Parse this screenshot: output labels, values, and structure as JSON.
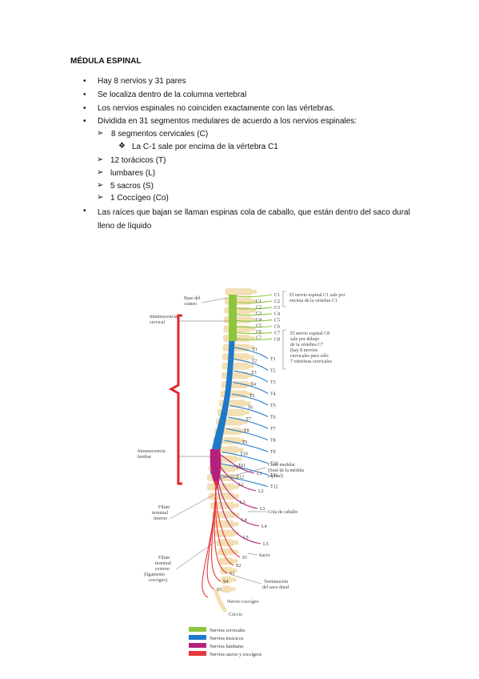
{
  "document": {
    "title": "MÉDULA ESPINAL",
    "bullets": [
      {
        "text": "Hay 8 nervios y 31 pares"
      },
      {
        "text": "Se localiza dentro de la columna vertebral"
      },
      {
        "text": "Los nervios espinales no coinciden exactamente con las vértebras."
      },
      {
        "text": "Dividida en 31 segmentos medulares de acuerdo a los nervios espinales:"
      },
      {
        "text": "Las raíces que bajan se llaman espinas cola de caballo, que están dentro  del saco dural lleno de líquido"
      }
    ],
    "sub_bullets": [
      {
        "text": "8 segmentos cervicales (C)"
      },
      {
        "text": "La C-1 sale por encima de la vértebra C1"
      },
      {
        "text": "12  torácicos (T)"
      },
      {
        "text": " lumbares (L)"
      },
      {
        "text": "5 sacros (S)"
      },
      {
        "text": "1 Coccígeo (Co)"
      }
    ],
    "bullet_glyph": "•",
    "arrow_glyph": "➢",
    "diamond_glyph": "❖"
  },
  "figure": {
    "left_labels": {
      "base_craneo": [
        "Base del",
        "cráneo"
      ],
      "intumescencia_cervical": [
        "Intumescencia",
        "cervical"
      ],
      "intumescencia_lumbar": [
        "Intumescencia",
        "lumbar"
      ],
      "filum_interno": [
        "Filum",
        "terminal",
        "interno"
      ],
      "filum_externo": [
        "Filum",
        "terminal",
        "externo",
        "(ligamento",
        "coccígeo)"
      ]
    },
    "nerve_labels": {
      "cervical_near": [
        "C1",
        "C2",
        "C3",
        "C4",
        "C5",
        "C6",
        "C7"
      ],
      "cervical_far": [
        "C1",
        "C2",
        "C3",
        "C4",
        "C5",
        "C6",
        "C7",
        "C8"
      ],
      "thoracic_near": [
        "T1",
        "T2",
        "T3",
        "T4",
        "T5",
        "T6",
        "T7",
        "T8",
        "T9",
        "T10",
        "T11",
        "T12"
      ],
      "thoracic_far": [
        "T1",
        "T2",
        "T3",
        "T4",
        "T5",
        "T6",
        "T7",
        "T8",
        "T9",
        "T10",
        "T11",
        "T12"
      ],
      "lumbar_near": [
        "L1",
        "L2",
        "L3",
        "L4",
        "L5"
      ],
      "lumbar_far": [
        "L1",
        "L2",
        "L3",
        "L4",
        "L5"
      ],
      "sacral": [
        "S1",
        "S2",
        "S3",
        "S4",
        "S5"
      ]
    },
    "right_labels": {
      "c1_note": [
        "El nervio espinal C1 sale por",
        "encima de la vértebra C1"
      ],
      "c8_note": [
        "El nervio espinal C8",
        "sale por debajo",
        "de la vértebra C7",
        "(hay 8 nervios",
        "cervicales pero sólo",
        "7 vértebras cervicales"
      ],
      "cono_medular": [
        "Cono medular",
        "(final de la médula",
        "espinal)"
      ],
      "cola_caballo": "Cola de caballo",
      "sacro": "Sacro",
      "terminacion": [
        "Terminación",
        "del saco dural"
      ],
      "nervio_coccigeo": "Nervio coccígeo",
      "coccix": "Cóccix"
    },
    "legend": [
      {
        "label": "Nervios cervicales",
        "color": "#8cc63f"
      },
      {
        "label": "Nervios torácicos",
        "color": "#1f78c8"
      },
      {
        "label": "Nervios lumbares",
        "color": "#b5217a"
      },
      {
        "label": "Nervios sacros y coccígeos",
        "color": "#e8373c"
      }
    ],
    "colors": {
      "bone": "#f3dfb4",
      "bracket": "#e0262c",
      "cervical": "#8cc63f",
      "thoracic": "#1f78c8",
      "lumbar": "#b5217a",
      "sacral": "#e8373c",
      "background": "#ffffff"
    }
  }
}
